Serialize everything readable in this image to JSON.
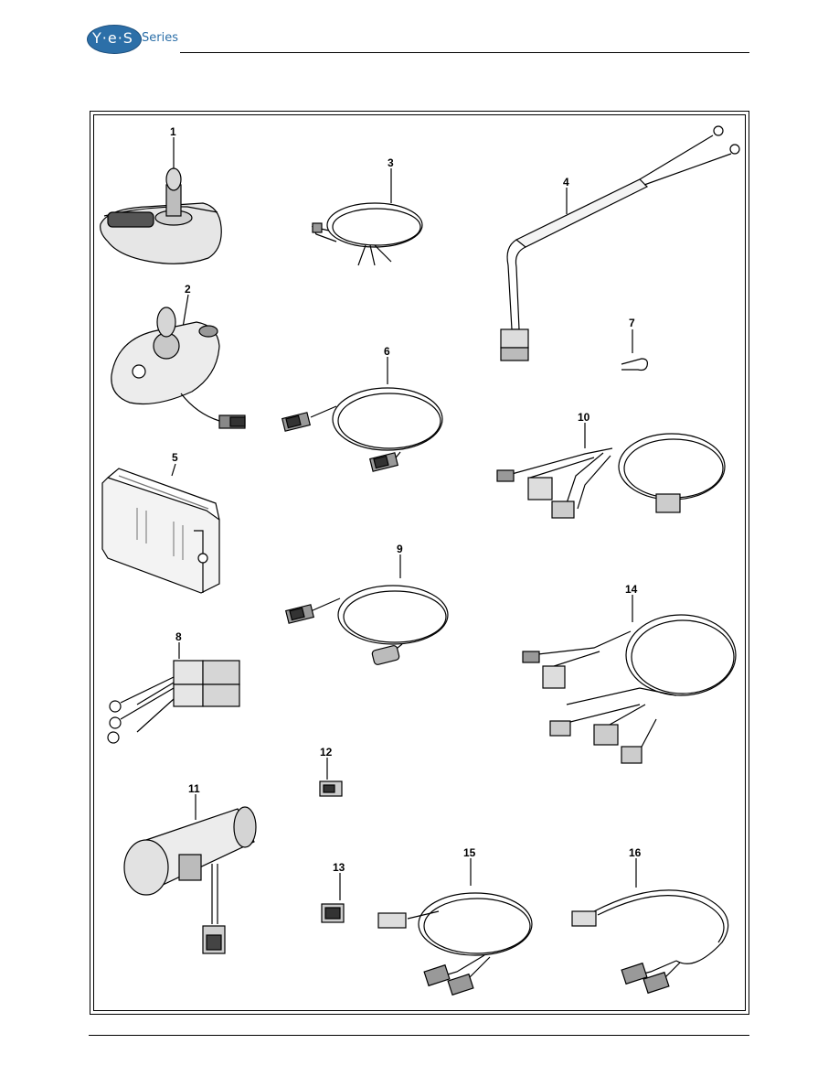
{
  "header": {
    "logo_text": "Y·e·S",
    "logo_series": "Series"
  },
  "parts": [
    {
      "id": "1"
    },
    {
      "id": "2"
    },
    {
      "id": "3"
    },
    {
      "id": "4"
    },
    {
      "id": "5"
    },
    {
      "id": "6"
    },
    {
      "id": "7"
    },
    {
      "id": "8"
    },
    {
      "id": "9"
    },
    {
      "id": "10"
    },
    {
      "id": "11"
    },
    {
      "id": "12"
    },
    {
      "id": "13"
    },
    {
      "id": "14"
    },
    {
      "id": "15"
    },
    {
      "id": "16"
    }
  ]
}
